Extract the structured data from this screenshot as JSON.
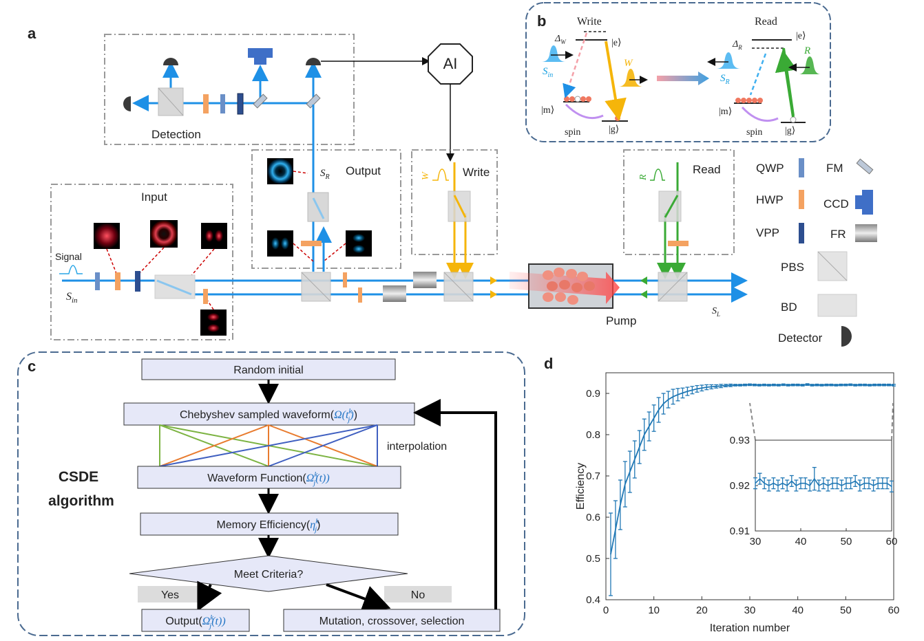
{
  "panels": {
    "a": "a",
    "b": "b",
    "c": "c",
    "d": "d"
  },
  "panel_a": {
    "box_detection": "Detection",
    "box_output": "Output",
    "box_write": "Write",
    "box_read": "Read",
    "box_input": "Input",
    "ai_label": "AI",
    "signal_label": "Signal",
    "s_in": "S",
    "s_in_sub": "in",
    "s_r": "S",
    "s_r_sub": "R",
    "s_l": "S",
    "s_l_sub": "L",
    "w_label": "W",
    "r_label": "R",
    "pump_label": "Pump",
    "colors": {
      "beam": "#1e90e6",
      "write_beam": "#f5b50a",
      "read_beam": "#3aaa35",
      "hwp": "#f4a261",
      "qwp": "#6a8fc7",
      "box_border": "#999999"
    }
  },
  "legend": {
    "qwp": "QWP",
    "fm": "FM",
    "hwp": "HWP",
    "ccd": "CCD",
    "vpp": "VPP",
    "fr": "FR",
    "pbs": "PBS",
    "bd": "BD",
    "detector": "Detector"
  },
  "panel_b": {
    "write_title": "Write",
    "read_title": "Read",
    "delta_w": "Δ",
    "delta_w_sub": "W",
    "delta_r": "Δ",
    "delta_r_sub": "R",
    "state_e": "|e⟩",
    "state_m": "|m⟩",
    "state_g": "|g⟩",
    "spin": "spin",
    "s_in": "S",
    "s_in_sub": "in",
    "s_r": "S",
    "s_r_sub": "R",
    "w": "W",
    "r": "R"
  },
  "panel_c": {
    "title_line1": "CSDE",
    "title_line2": "algorithm",
    "box_random": "Random initial",
    "box_chebyshev": "Chebyshev sampled waveform(",
    "box_chebyshev_sym": "Ω(t",
    "box_chebyshev_end": ")",
    "interpolation": "interpolation",
    "box_waveform": "Waveform Function(",
    "box_waveform_sym": "Ω",
    "box_waveform_end": "(t))",
    "box_memory": "Memory Efficiency(",
    "box_memory_sym": "η",
    "box_memory_end": ")",
    "decision": "Meet Criteria?",
    "yes": "Yes",
    "no": "No",
    "box_output": "Output(",
    "box_output_sym": "Ω",
    "box_output_end": "(t))",
    "box_mutation": "Mutation, crossover, selection",
    "sup_k": "k",
    "sub_j": "j"
  },
  "chart_data": {
    "type": "line",
    "xlabel": "Iteration number",
    "ylabel": "Efficiency",
    "xlim": [
      0,
      60
    ],
    "ylim": [
      0.4,
      0.95
    ],
    "xticks": [
      0,
      10,
      20,
      30,
      40,
      50,
      60
    ],
    "yticks": [
      0.4,
      0.5,
      0.6,
      0.7,
      0.8,
      0.9
    ],
    "x": [
      1,
      2,
      3,
      4,
      5,
      6,
      7,
      8,
      9,
      10,
      11,
      12,
      13,
      14,
      15,
      16,
      17,
      18,
      19,
      20,
      21,
      22,
      23,
      24,
      25,
      26,
      27,
      28,
      29,
      30,
      31,
      32,
      33,
      34,
      35,
      36,
      37,
      38,
      39,
      40,
      41,
      42,
      43,
      44,
      45,
      46,
      47,
      48,
      49,
      50,
      51,
      52,
      53,
      54,
      55,
      56,
      57,
      58,
      59,
      60
    ],
    "y": [
      0.51,
      0.57,
      0.63,
      0.68,
      0.71,
      0.74,
      0.77,
      0.8,
      0.82,
      0.84,
      0.86,
      0.875,
      0.885,
      0.892,
      0.897,
      0.901,
      0.905,
      0.908,
      0.911,
      0.913,
      0.915,
      0.916,
      0.917,
      0.918,
      0.919,
      0.9195,
      0.92,
      0.92,
      0.9205,
      0.921,
      0.9205,
      0.92,
      0.9205,
      0.92,
      0.9205,
      0.92,
      0.921,
      0.92,
      0.9205,
      0.9205,
      0.92,
      0.9215,
      0.92,
      0.9205,
      0.92,
      0.9205,
      0.9205,
      0.92,
      0.9205,
      0.9205,
      0.921,
      0.92,
      0.9205,
      0.9205,
      0.92,
      0.9205,
      0.9205,
      0.9205,
      0.9205,
      0.92
    ],
    "err": [
      0.1,
      0.07,
      0.06,
      0.055,
      0.05,
      0.045,
      0.04,
      0.038,
      0.035,
      0.032,
      0.03,
      0.025,
      0.02,
      0.018,
      0.015,
      0.012,
      0.01,
      0.009,
      0.008,
      0.007,
      0.006,
      0.005,
      0.004,
      0.004,
      0.003,
      0.003,
      0.002,
      0.002,
      0.002,
      0.002,
      0.002,
      0.002,
      0.002,
      0.002,
      0.002,
      0.002,
      0.002,
      0.002,
      0.002,
      0.002,
      0.002,
      0.002,
      0.002,
      0.002,
      0.002,
      0.002,
      0.002,
      0.002,
      0.002,
      0.002,
      0.002,
      0.002,
      0.002,
      0.002,
      0.002,
      0.002,
      0.002,
      0.002,
      0.002,
      0.002
    ],
    "inset": {
      "xlim": [
        30,
        60
      ],
      "ylim": [
        0.91,
        0.93
      ],
      "xticks": [
        30,
        40,
        50,
        60
      ],
      "yticks": [
        0.91,
        0.92,
        0.93
      ],
      "x": [
        30,
        31,
        32,
        33,
        34,
        35,
        36,
        37,
        38,
        39,
        40,
        41,
        42,
        43,
        44,
        45,
        46,
        47,
        48,
        49,
        50,
        51,
        52,
        53,
        54,
        55,
        56,
        57,
        58,
        59,
        60
      ],
      "y": [
        0.9205,
        0.9215,
        0.9205,
        0.92,
        0.9205,
        0.92,
        0.9205,
        0.92,
        0.921,
        0.92,
        0.9205,
        0.9205,
        0.92,
        0.9215,
        0.92,
        0.9205,
        0.92,
        0.9205,
        0.9205,
        0.92,
        0.9205,
        0.9205,
        0.921,
        0.92,
        0.9205,
        0.9205,
        0.92,
        0.9205,
        0.9205,
        0.9205,
        0.9198
      ],
      "err": [
        0.0012,
        0.0012,
        0.0012,
        0.0012,
        0.0012,
        0.0012,
        0.0012,
        0.0012,
        0.0012,
        0.0012,
        0.0012,
        0.0012,
        0.0012,
        0.0025,
        0.0012,
        0.0012,
        0.0012,
        0.0012,
        0.0012,
        0.0012,
        0.0012,
        0.0012,
        0.0012,
        0.0012,
        0.0012,
        0.0012,
        0.0012,
        0.0012,
        0.0012,
        0.0012,
        0.0012
      ]
    },
    "color": "#1f77b4"
  }
}
